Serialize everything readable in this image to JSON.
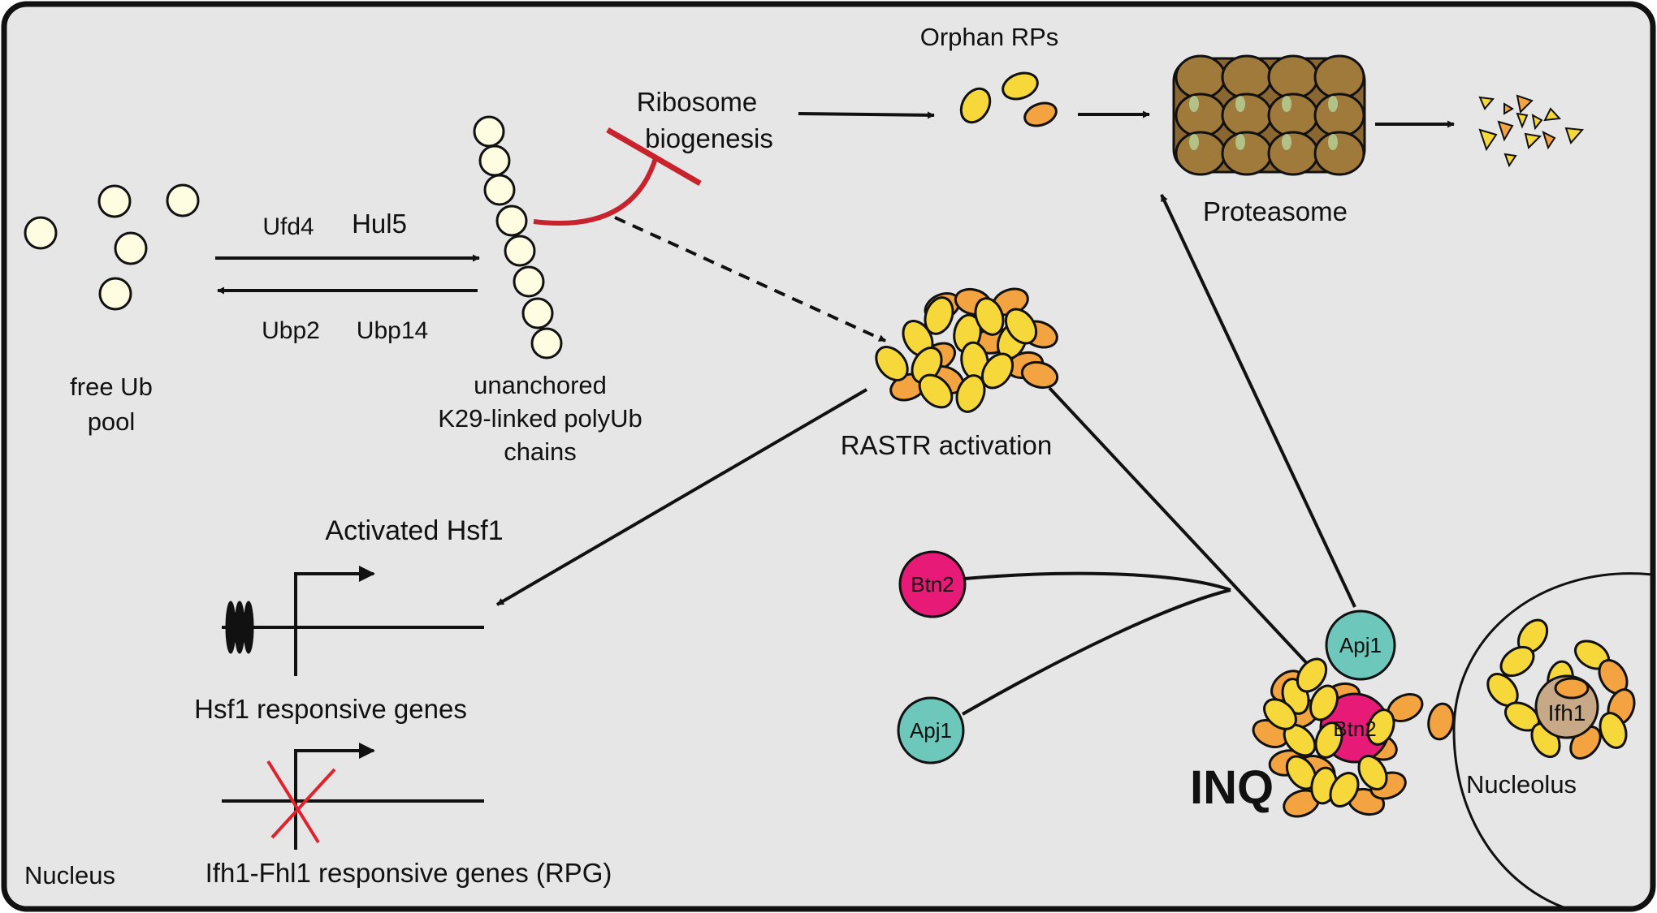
{
  "labels": {
    "free_ub_pool": [
      "free Ub",
      "pool"
    ],
    "ufd4": "Ufd4",
    "hul5": "Hul5",
    "ubp2": "Ubp2",
    "ubp14": "Ubp14",
    "polyub_chains": [
      "unanchored",
      "K29-linked polyUb",
      "chains"
    ],
    "ribosome_biogenesis": [
      "Ribosome",
      "biogenesis"
    ],
    "orphan_rps": "Orphan RPs",
    "proteasome": "Proteasome",
    "rastr_activation": "RASTR activation",
    "activated_hsf1": "Activated Hsf1",
    "hsf1_genes": "Hsf1 responsive genes",
    "ifh1_genes": "Ifh1-Fhl1 responsive genes (RPG)",
    "nucleus": "Nucleus",
    "inq": "INQ",
    "nucleolus": "Nucleolus",
    "btn2": "Btn2",
    "apj1": "Apj1",
    "ifh1": "Ifh1"
  },
  "colors": {
    "background": "#e6e6e6",
    "ubiquitin": "#fefde2",
    "yellow_protein": "#f6d83a",
    "orange_protein": "#f3a33f",
    "btn2": "#e71a78",
    "apj1": "#6dc7bb",
    "ifh1": "#c7a987",
    "proteasome": "#a07a3b",
    "inhibition": "#c8222d"
  }
}
